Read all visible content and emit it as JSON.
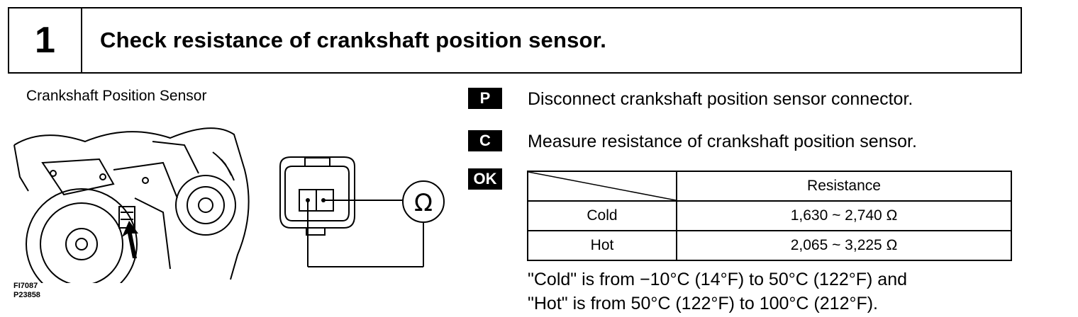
{
  "header": {
    "step_number": "1",
    "title": "Check resistance of crankshaft position sensor."
  },
  "figure": {
    "label": "Crankshaft Position Sensor",
    "codes": [
      "FI7087",
      "P23858"
    ],
    "ohm_symbol": "Ω"
  },
  "steps": [
    {
      "badge": "P",
      "text": "Disconnect crankshaft position sensor connector."
    },
    {
      "badge": "C",
      "text": "Measure resistance of crankshaft position sensor."
    },
    {
      "badge": "OK",
      "text": ""
    }
  ],
  "table": {
    "header": "Resistance",
    "rows": [
      {
        "label": "Cold",
        "value": "1,630 ~ 2,740 Ω"
      },
      {
        "label": "Hot",
        "value": "2,065 ~ 3,225 Ω"
      }
    ]
  },
  "note": {
    "line1": "\"Cold\" is from −10°C (14°F) to 50°C (122°F) and",
    "line2": "\"Hot\" is from 50°C (122°F) to 100°C (212°F)."
  }
}
